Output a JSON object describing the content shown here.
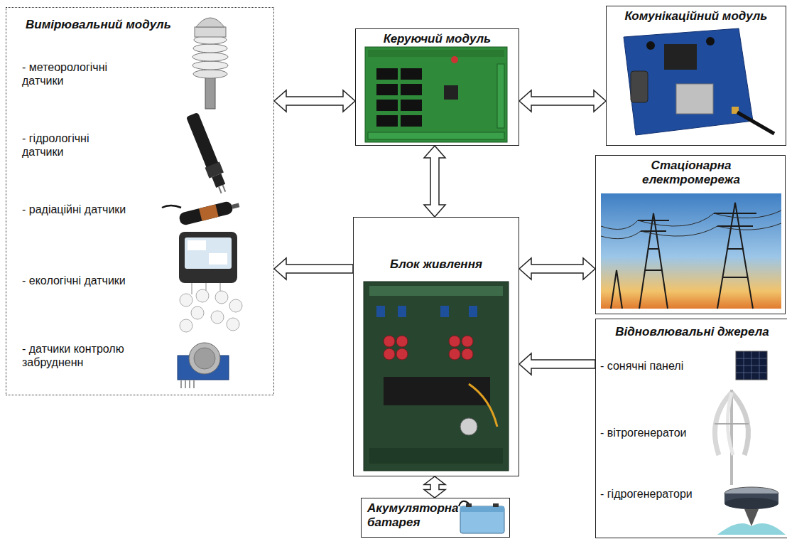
{
  "diagram": {
    "nodes": [
      {
        "text": [
          "Вимірювальний модуль",
          "- метеорологічні датчики",
          "- гідрологічні датчики",
          "- радіаційні датчики",
          "- екологічні датчики",
          "- датчики контролю забрудненн"
        ]
      },
      {
        "text": [
          "Керуючий модуль"
        ]
      },
      {
        "text": [
          "Комунікаційний модуль"
        ]
      },
      {
        "text": [
          "Стаціонарна електромережа"
        ]
      },
      {
        "text": [
          "Блок живлення"
        ]
      },
      {
        "text": [
          "Відновлювальні джерела",
          "- сонячні панелі",
          "- вітрогенератои",
          "- гідрогенератори"
        ]
      },
      {
        "text": [
          "Акумуляторна батарея"
        ]
      }
    ],
    "edges": [
      {
        "from": 0,
        "to": 1,
        "arrow": "both"
      },
      {
        "from": 1,
        "to": 2,
        "arrow": "both"
      },
      {
        "from": 1,
        "to": 4,
        "arrow": "both"
      },
      {
        "from": 4,
        "to": 0,
        "arrow": "to"
      },
      {
        "from": 4,
        "to": 3,
        "arrow": "both"
      },
      {
        "from": 5,
        "to": 4,
        "arrow": "to"
      },
      {
        "from": 4,
        "to": 6,
        "arrow": "both"
      }
    ]
  }
}
